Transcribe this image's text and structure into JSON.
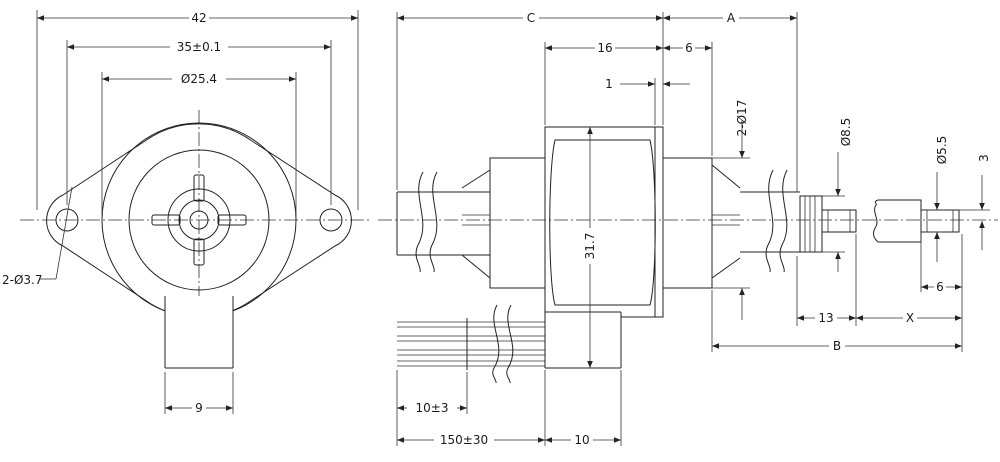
{
  "front_view": {
    "dim_overall_width": "42",
    "dim_mount_pitch": "35±0.1",
    "dim_body_diameter": "Ø25.4",
    "dim_mount_holes": "2-Ø3.7",
    "dim_tab_width": "9"
  },
  "side_view": {
    "dim_c": "C",
    "dim_a": "A",
    "dim_16": "16",
    "dim_6_top": "6",
    "dim_1": "1",
    "dim_2_phi17": "2-Ø17",
    "dim_phi8_5": "Ø8.5",
    "dim_phi5_5": "Ø5.5",
    "dim_3": "3",
    "dim_31_7": "31.7",
    "dim_13": "13",
    "dim_x": "X",
    "dim_6_right": "6",
    "dim_b": "B",
    "dim_10pm3": "10±3",
    "dim_150pm30": "150±30",
    "dim_10": "10"
  },
  "colors": {
    "line": "#222222",
    "background": "#ffffff"
  }
}
